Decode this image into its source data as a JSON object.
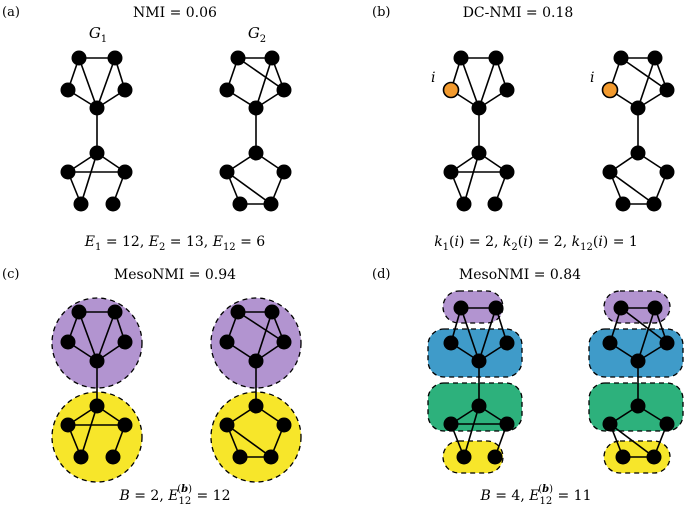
{
  "panels": {
    "a": {
      "label": "(a)",
      "title": "NMI = 0.06",
      "graph_labels": [
        "G1",
        "G2"
      ],
      "caption": "E1 = 12,  E2 = 13,  E12 = 6"
    },
    "b": {
      "label": "(b)",
      "title": "DC-NMI = 0.18",
      "vertex_label": "i",
      "caption": "k1(i) = 2,  k2(i) = 2,  k12(i) = 1"
    },
    "c": {
      "label": "(c)",
      "title": "MesoNMI = 0.94",
      "caption": "B = 2,   E12(b) = 12"
    },
    "d": {
      "label": "(d)",
      "title": "MesoNMI = 0.84",
      "caption": "B = 4,   E12(b) = 11"
    }
  },
  "colors": {
    "node": "#000000",
    "highlight_node": "#f29a2e",
    "purple": "#b294d0",
    "yellow": "#f7e62a",
    "blue": "#3f9bc9",
    "green": "#2db17c"
  }
}
